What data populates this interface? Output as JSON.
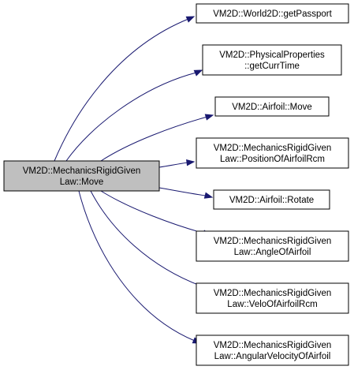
{
  "graph": {
    "root": {
      "lines": [
        "VM2D::MechanicsRigidGiven",
        "Law::Move"
      ]
    },
    "callees": [
      {
        "lines": [
          "VM2D::World2D::getPassport"
        ]
      },
      {
        "lines": [
          "VM2D::PhysicalProperties",
          "::getCurrTime"
        ]
      },
      {
        "lines": [
          "VM2D::Airfoil::Move"
        ]
      },
      {
        "lines": [
          "VM2D::MechanicsRigidGiven",
          "Law::PositionOfAirfoilRcm"
        ]
      },
      {
        "lines": [
          "VM2D::Airfoil::Rotate"
        ]
      },
      {
        "lines": [
          "VM2D::MechanicsRigidGiven",
          "Law::AngleOfAirfoil"
        ]
      },
      {
        "lines": [
          "VM2D::MechanicsRigidGiven",
          "Law::VeloOfAirfoilRcm"
        ]
      },
      {
        "lines": [
          "VM2D::MechanicsRigidGiven",
          "Law::AngularVelocityOfAirfoil"
        ]
      }
    ],
    "edge_color": "#191970",
    "root_fill": "#bfbfbf"
  }
}
